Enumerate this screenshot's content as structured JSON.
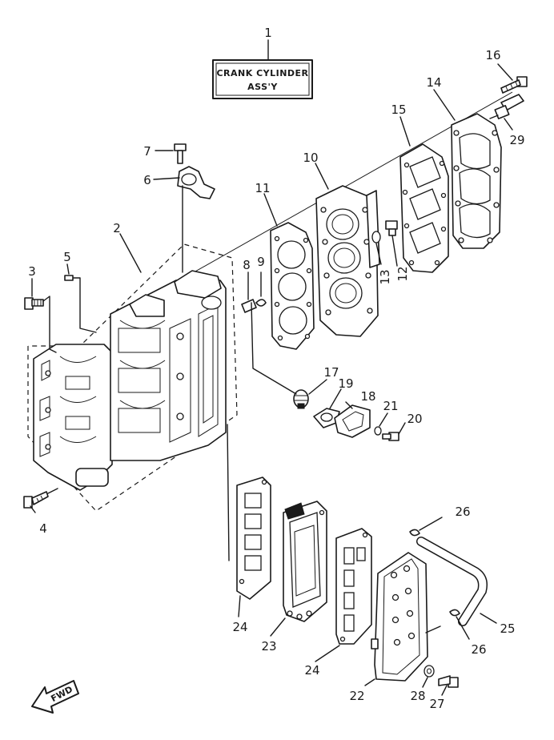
{
  "title_box": {
    "line1": "CRANK CYLINDER",
    "line2": "ASS'Y"
  },
  "fwd_label": "FWD",
  "callouts": {
    "c1": "1",
    "c2": "2",
    "c3": "3",
    "c4": "4",
    "c5": "5",
    "c6": "6",
    "c7": "7",
    "c8": "8",
    "c9": "9",
    "c10": "10",
    "c11": "11",
    "c12": "12",
    "c13": "13",
    "c14": "14",
    "c15": "15",
    "c16": "16",
    "c17": "17",
    "c18": "18",
    "c19": "19",
    "c20": "20",
    "c21": "21",
    "c22": "22",
    "c23": "23",
    "c24a": "24",
    "c24b": "24",
    "c25": "25",
    "c26a": "26",
    "c26b": "26",
    "c27": "27",
    "c28": "28",
    "c29": "29"
  }
}
